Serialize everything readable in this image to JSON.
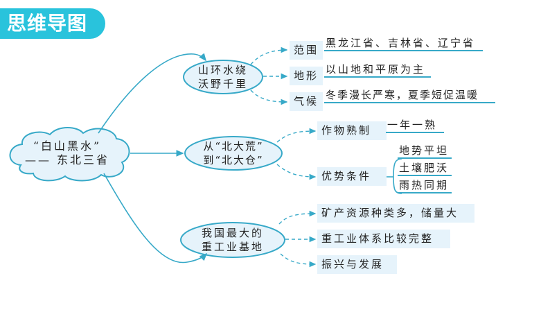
{
  "title": "思维导图",
  "root": {
    "line1": "“白山黑水”",
    "line2": "—— 东北三省"
  },
  "branches": [
    {
      "line1": "山环水绕",
      "line2": "沃野千里",
      "items": [
        {
          "label": "范围",
          "detail": "黑龙江省、吉林省、辽宁省"
        },
        {
          "label": "地形",
          "detail": "以山地和平原为主"
        },
        {
          "label": "气候",
          "detail": "冬季漫长严寒，夏季短促温暖"
        }
      ]
    },
    {
      "line1": "从“北大荒”",
      "line2": "到“北大仓”",
      "items": [
        {
          "label": "作物熟制",
          "detail": "一年一熟"
        },
        {
          "label": "优势条件",
          "details": [
            "地势平坦",
            "土壤肥沃",
            "雨热同期"
          ]
        }
      ]
    },
    {
      "line1": "我国最大的",
      "line2": "重工业基地",
      "items": [
        {
          "label": "矿产资源种类多，储量大"
        },
        {
          "label": "重工业体系比较完整"
        },
        {
          "label": "振兴与发展"
        }
      ]
    }
  ],
  "colors": {
    "accent": "#29c3dc",
    "line": "#37a9c8",
    "fill": "#e6f3fb"
  }
}
